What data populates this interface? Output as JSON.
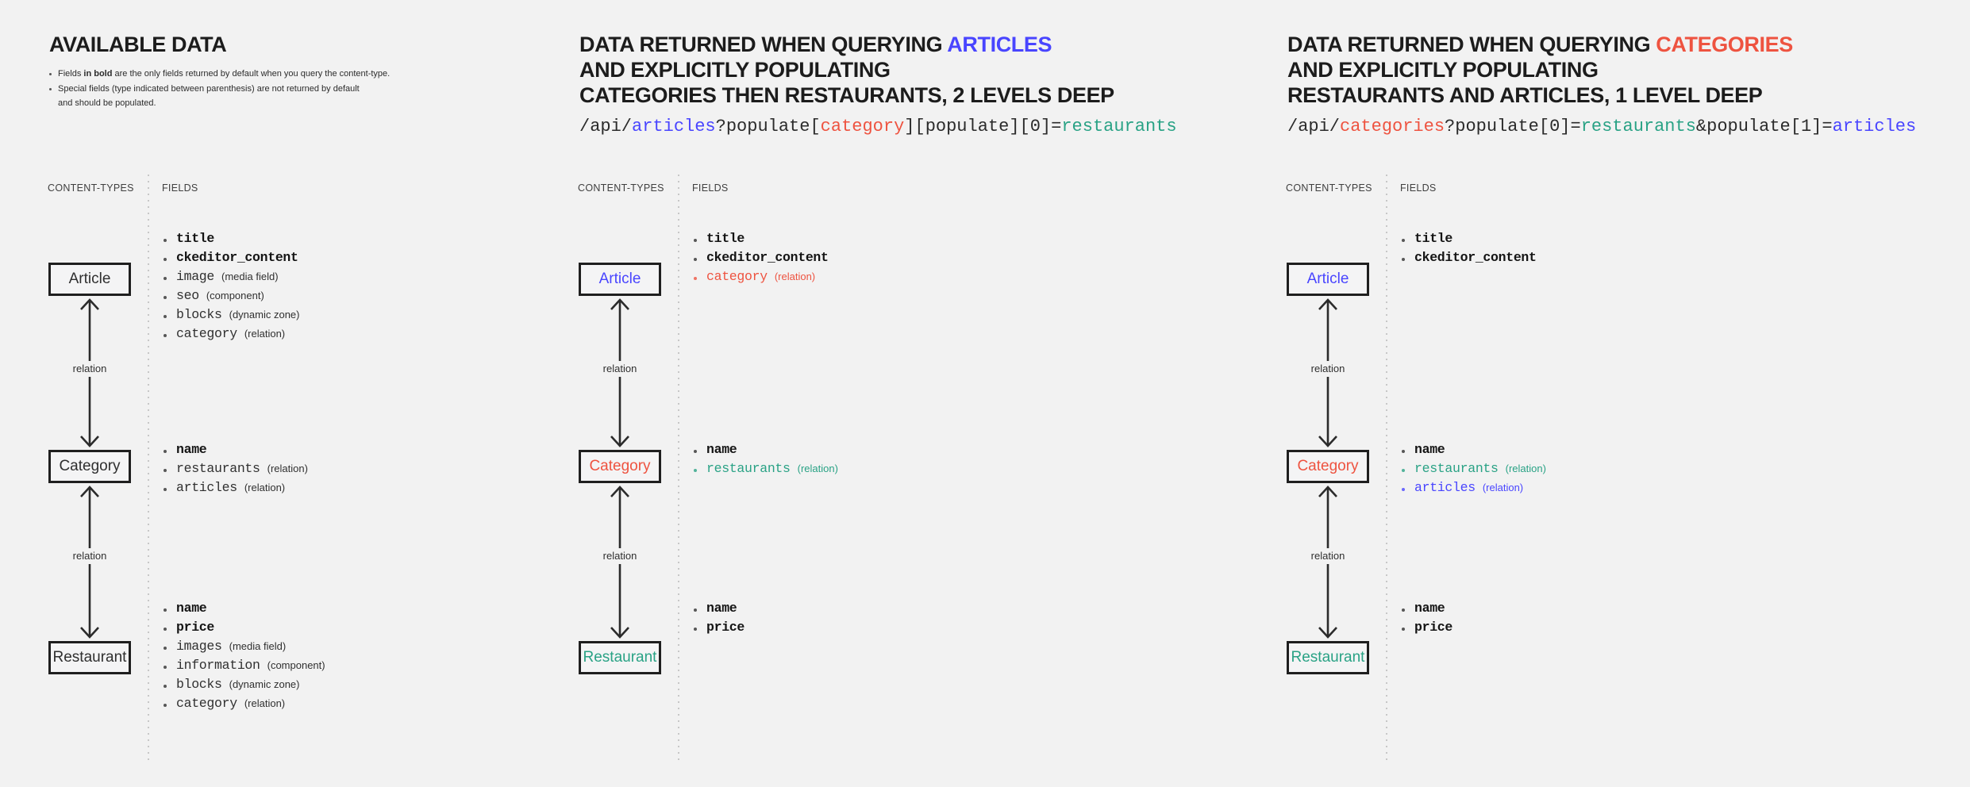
{
  "colors": {
    "background": "#f2f2f2",
    "ink": "#1c1c1c",
    "text": "#2f2f2f",
    "muted": "#3f3f3f",
    "blue": "#4945ff",
    "red": "#ee5340",
    "teal": "#29a285",
    "divider": "#c7c7c7",
    "arrow": "#2b2b2b"
  },
  "labels": {
    "content_types": "CONTENT-TYPES",
    "fields": "FIELDS",
    "relation": "relation"
  },
  "panels": [
    {
      "id": "available-data",
      "title": [
        {
          "text": "AVAILABLE DATA"
        }
      ],
      "notes": [
        {
          "lines": [
            [
              {
                "text": "Fields "
              },
              {
                "text": "in bold",
                "bold": true
              },
              {
                "text": " are the only fields returned by default when you query the content-type."
              }
            ]
          ]
        },
        {
          "lines": [
            [
              {
                "text": "Special fields (type indicated between parenthesis) are not returned by default"
              }
            ],
            [
              {
                "text": "and should be populated."
              }
            ]
          ]
        }
      ],
      "nodes": [
        {
          "name": "Article",
          "fields": [
            {
              "name": "title",
              "bold": true
            },
            {
              "name": "ckeditor_content",
              "bold": true
            },
            {
              "name": "image",
              "type": "(media field)"
            },
            {
              "name": "seo",
              "type": "(component)"
            },
            {
              "name": "blocks",
              "type": "(dynamic zone)"
            },
            {
              "name": "category",
              "type": "(relation)"
            }
          ]
        },
        {
          "name": "Category",
          "fields": [
            {
              "name": "name",
              "bold": true
            },
            {
              "name": "restaurants",
              "type": "(relation)"
            },
            {
              "name": "articles",
              "type": "(relation)"
            }
          ]
        },
        {
          "name": "Restaurant",
          "fields": [
            {
              "name": "name",
              "bold": true
            },
            {
              "name": "price",
              "bold": true
            },
            {
              "name": "images",
              "type": "(media field)"
            },
            {
              "name": "information",
              "type": "(component)"
            },
            {
              "name": "blocks",
              "type": "(dynamic zone)"
            },
            {
              "name": "category",
              "type": "(relation)"
            }
          ]
        }
      ]
    },
    {
      "id": "query-articles",
      "title": [
        {
          "text": "DATA RETURNED WHEN QUERYING "
        },
        {
          "text": "ARTICLES",
          "color": "blue"
        },
        {
          "break": true
        },
        {
          "text": "AND EXPLICITLY POPULATING"
        },
        {
          "break": true
        },
        {
          "text": "CATEGORIES THEN RESTAURANTS, 2 LEVELS DEEP"
        }
      ],
      "url": [
        {
          "text": "/api/"
        },
        {
          "text": "articles",
          "color": "blue"
        },
        {
          "text": "?populate["
        },
        {
          "text": "category",
          "color": "red"
        },
        {
          "text": "][populate][0]="
        },
        {
          "text": "restaurants",
          "color": "teal"
        }
      ],
      "nodes": [
        {
          "name": "Article",
          "color": "blue",
          "fields": [
            {
              "name": "title",
              "bold": true
            },
            {
              "name": "ckeditor_content",
              "bold": true
            },
            {
              "name": "category",
              "type": "(relation)",
              "color": "red"
            }
          ]
        },
        {
          "name": "Category",
          "color": "red",
          "fields": [
            {
              "name": "name",
              "bold": true
            },
            {
              "name": "restaurants",
              "type": "(relation)",
              "color": "teal"
            }
          ]
        },
        {
          "name": "Restaurant",
          "color": "teal",
          "fields": [
            {
              "name": "name",
              "bold": true
            },
            {
              "name": "price",
              "bold": true
            }
          ]
        }
      ]
    },
    {
      "id": "query-categories",
      "title": [
        {
          "text": "DATA RETURNED WHEN QUERYING "
        },
        {
          "text": "CATEGORIES",
          "color": "red"
        },
        {
          "break": true
        },
        {
          "text": "AND EXPLICITLY POPULATING"
        },
        {
          "break": true
        },
        {
          "text": "RESTAURANTS AND ARTICLES, 1 LEVEL DEEP"
        }
      ],
      "url": [
        {
          "text": "/api/"
        },
        {
          "text": "categories",
          "color": "red"
        },
        {
          "text": "?populate[0]="
        },
        {
          "text": "restaurants",
          "color": "teal"
        },
        {
          "text": "&populate[1]="
        },
        {
          "text": "articles",
          "color": "blue"
        }
      ],
      "nodes": [
        {
          "name": "Article",
          "color": "blue",
          "fields": [
            {
              "name": "title",
              "bold": true
            },
            {
              "name": "ckeditor_content",
              "bold": true
            }
          ]
        },
        {
          "name": "Category",
          "color": "red",
          "fields": [
            {
              "name": "name",
              "bold": true
            },
            {
              "name": "restaurants",
              "type": "(relation)",
              "color": "teal"
            },
            {
              "name": "articles",
              "type": "(relation)",
              "color": "blue"
            }
          ]
        },
        {
          "name": "Restaurant",
          "color": "teal",
          "fields": [
            {
              "name": "name",
              "bold": true
            },
            {
              "name": "price",
              "bold": true
            }
          ]
        }
      ]
    }
  ]
}
